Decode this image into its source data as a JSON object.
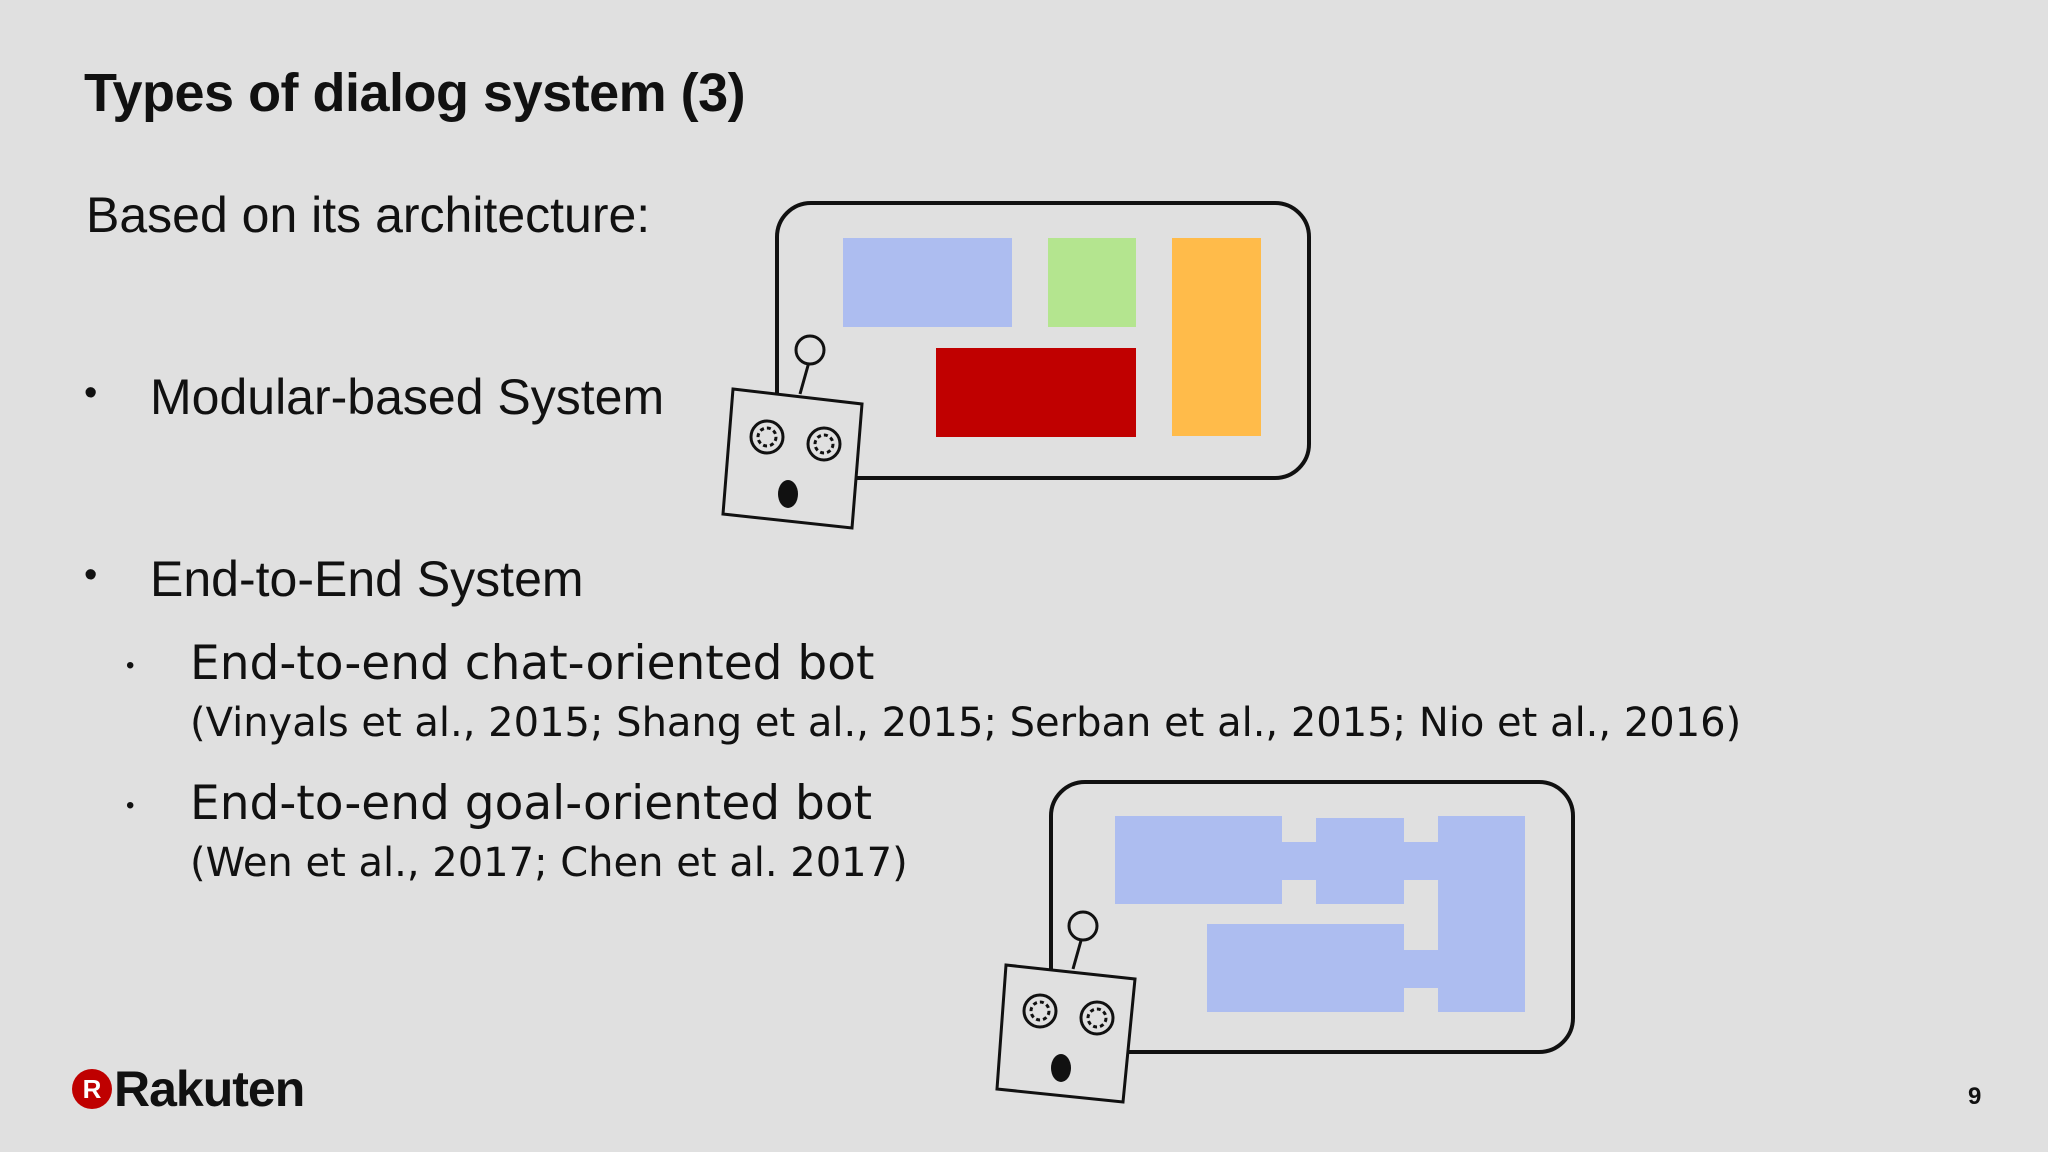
{
  "slide": {
    "title": "Types of dialog system (3)",
    "subtitle": "Based on its architecture:",
    "bullets": [
      {
        "label": "Modular-based System"
      },
      {
        "label": "End-to-End System"
      }
    ],
    "sub_bullets": [
      {
        "label": "End-to-end chat-oriented bot",
        "citation": "(Vinyals et al., 2015; Shang et al., 2015; Serban et al., 2015; Nio et al., 2016)"
      },
      {
        "label": "End-to-end goal-oriented bot",
        "citation": "(Wen et al., 2017; Chen et al. 2017)"
      }
    ],
    "bullet_glyph": "•",
    "page_number": "9"
  },
  "logo": {
    "badge": "R",
    "text": "Rakuten"
  },
  "colors": {
    "background": "#e0e0e0",
    "block_blue": "#adbdf0",
    "block_green": "#b4e58f",
    "block_orange": "#ffbb4a",
    "block_red": "#c00000",
    "brand_red": "#bf0000"
  },
  "illustrations": [
    {
      "name": "modular-system-robot",
      "blocks": [
        "blue",
        "green",
        "orange",
        "red"
      ]
    },
    {
      "name": "end-to-end-system-robot",
      "blocks": [
        "blue-connected"
      ]
    }
  ]
}
